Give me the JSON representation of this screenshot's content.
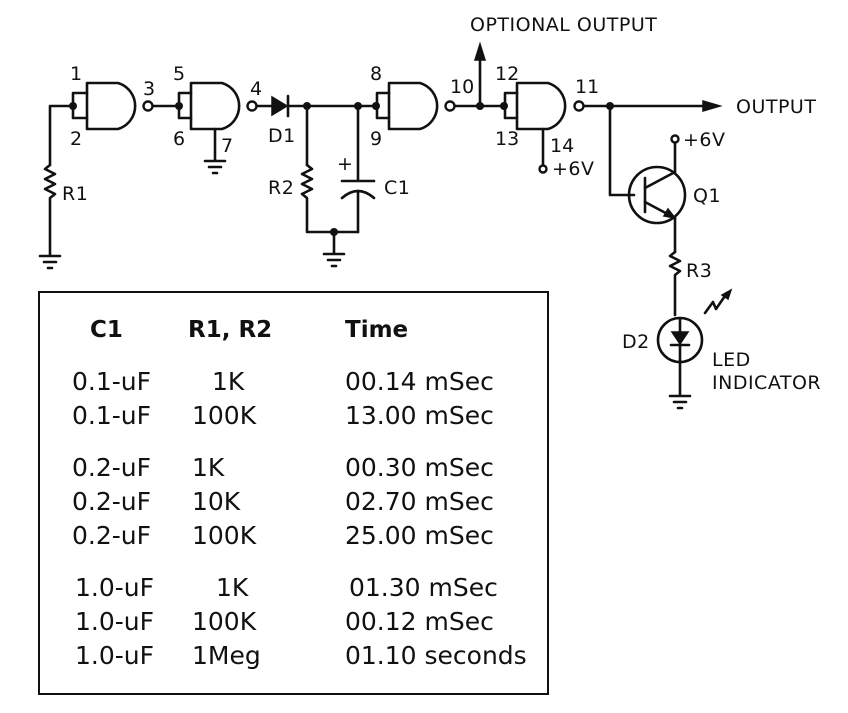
{
  "labels": {
    "optional_output": "OPTIONAL OUTPUT",
    "output": "OUTPUT",
    "led_line1": "LED",
    "led_line2": "INDICATOR",
    "vcc_pin14": "+6V",
    "vcc_q1": "+6V"
  },
  "components": {
    "r1": "R1",
    "r2": "R2",
    "r3": "R3",
    "c1": "C1",
    "c1_polarity": "+",
    "d1": "D1",
    "d2": "D2",
    "q1": "Q1"
  },
  "pins": {
    "p1": "1",
    "p2": "2",
    "p3": "3",
    "p4": "4",
    "p5": "5",
    "p6": "6",
    "p7": "7",
    "p8": "8",
    "p9": "9",
    "p10": "10",
    "p11": "11",
    "p12": "12",
    "p13": "13",
    "p14": "14"
  },
  "table": {
    "headers": [
      "C1",
      "R1, R2",
      "Time"
    ],
    "rows": [
      [
        "0.1-uF",
        "1K",
        "00.14 mSec"
      ],
      [
        "0.1-uF",
        "100K",
        "13.00 mSec"
      ],
      [
        "0.2-uF",
        "1K",
        "00.30 mSec"
      ],
      [
        "0.2-uF",
        "10K",
        "02.70 mSec"
      ],
      [
        "0.2-uF",
        "100K",
        "25.00 mSec"
      ],
      [
        "1.0-uF",
        "1K",
        "01.30 mSec"
      ],
      [
        "1.0-uF",
        "100K",
        "00.12 mSec"
      ],
      [
        "1.0-uF",
        "1Meg",
        "01.10 seconds"
      ]
    ]
  }
}
